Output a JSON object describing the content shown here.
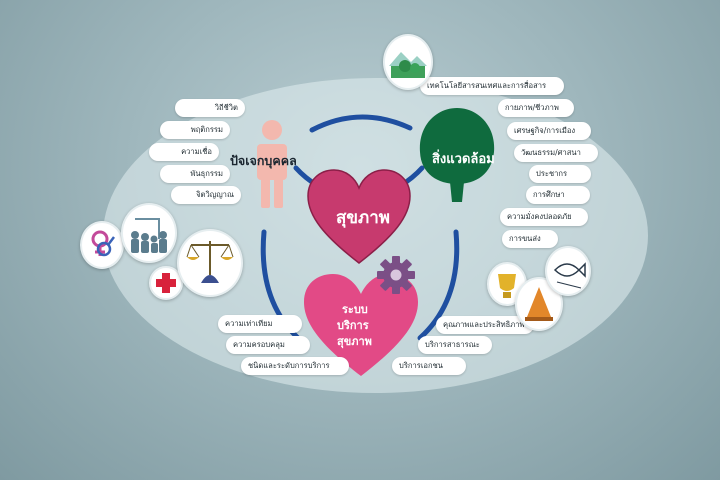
{
  "center": {
    "label": "สุขภาพ",
    "color": "#c73a6e"
  },
  "individual": {
    "label": "ปัจเจกบุคคล",
    "factors": [
      "วิถีชีวิต",
      "พฤติกรรม",
      "ความเชื่อ",
      "พันธุกรรม",
      "จิตวิญญาณ"
    ]
  },
  "environment": {
    "label": "สิ่งแวดล้อม",
    "color": "#0f6b3e",
    "factors": [
      "เทคโนโลยีสารสนเทศและการสื่อสาร",
      "กายภาพ/ชีวภาพ",
      "เศรษฐกิจ/การเมือง",
      "วัฒนธรรม/ศาสนา",
      "ประชากร",
      "การศึกษา",
      "ความมั่งคงปลอดภัย",
      "การขนส่ง"
    ]
  },
  "health_system": {
    "label_lines": [
      "ระบบ",
      "บริการ",
      "สุขภาพ"
    ],
    "color": "#e24a86",
    "left_factors": [
      "ความเท่าเทียม",
      "ความครอบคลุม",
      "ชนิดและระดับการบริการ"
    ],
    "right_factors": [
      "คุณภาพและประสิทธิภาพ",
      "บริการสาธารณะ",
      "บริการเอกชน"
    ]
  },
  "colors": {
    "ring": "#1f4fa0",
    "person": "#f3b8ae",
    "gear": "#7b4f86",
    "cross": "#d8223b"
  }
}
